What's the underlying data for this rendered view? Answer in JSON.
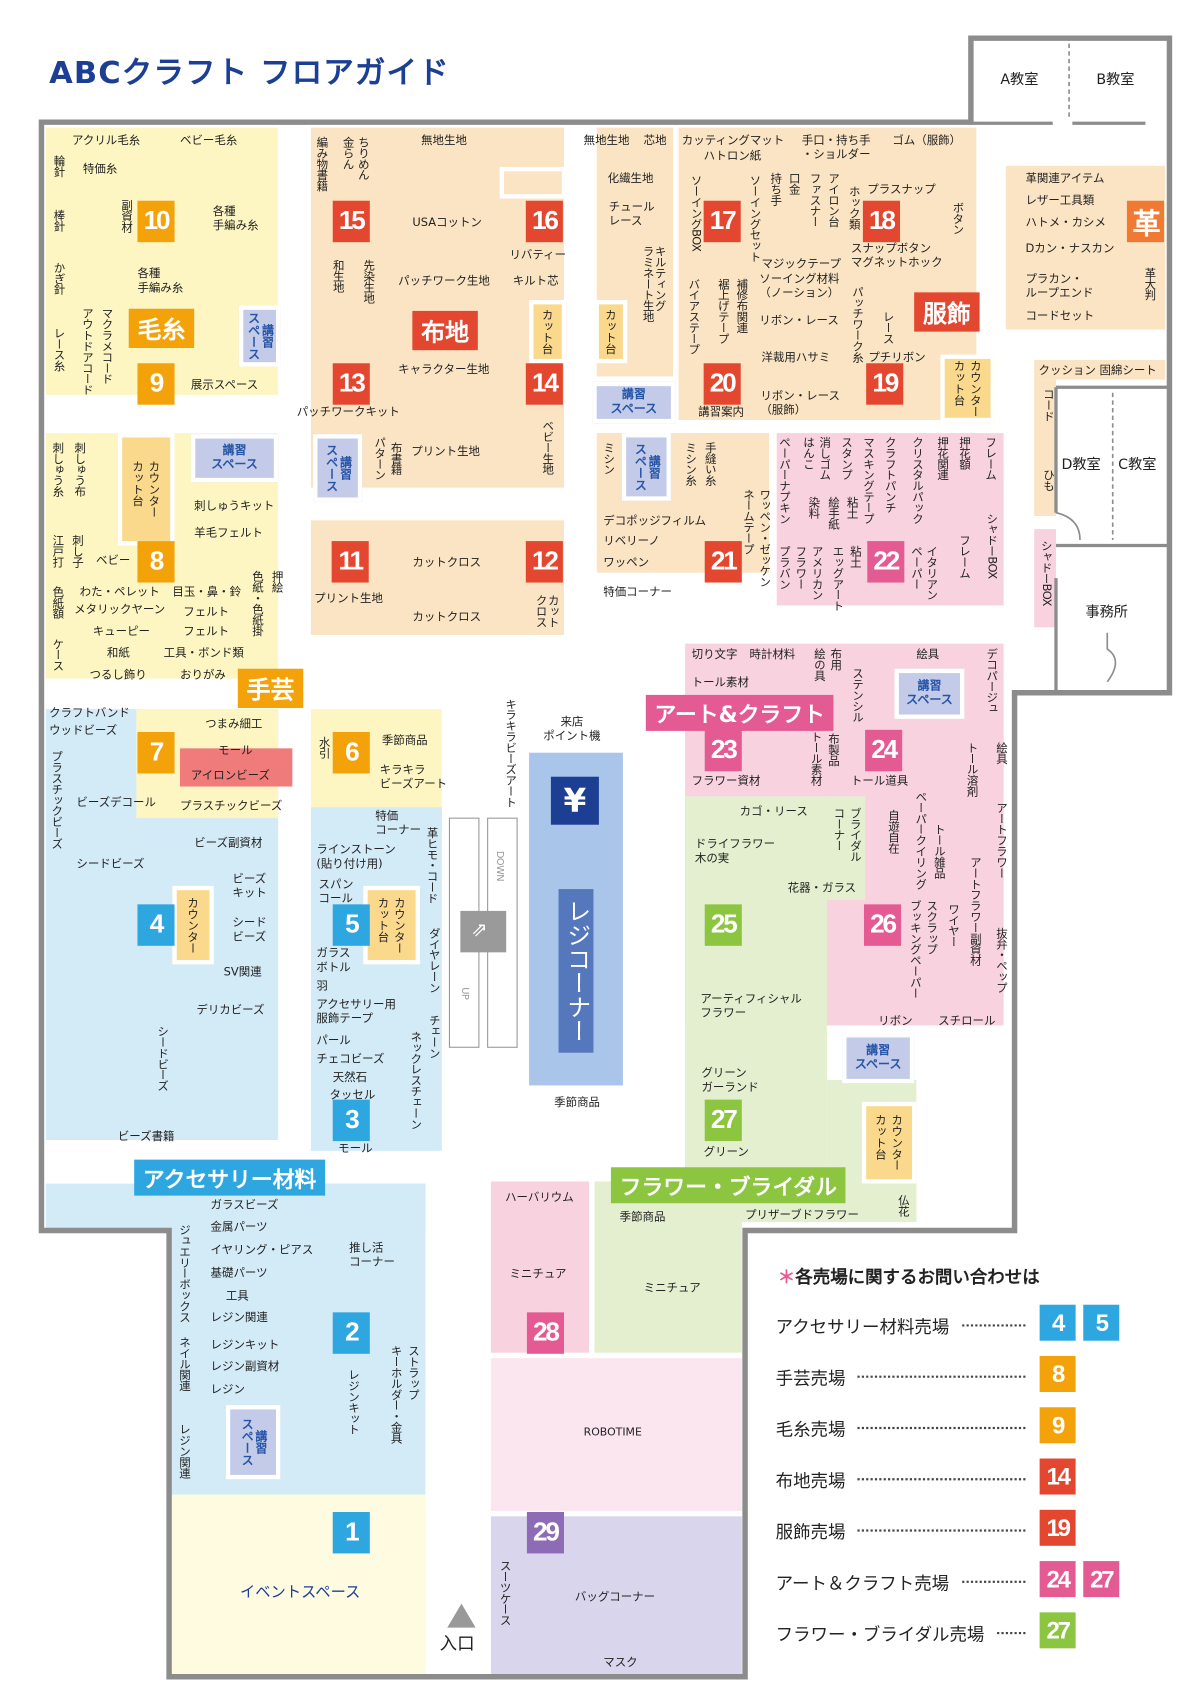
{
  "title": "ABCクラフト フロアガイド",
  "rooms": {
    "a": "A教室",
    "b": "B教室",
    "c": "C教室",
    "d": "D教室",
    "office": "事務所"
  },
  "categories": {
    "yarn": "毛糸",
    "fabric": "布地",
    "accessories_cloth": "服飾",
    "handicraft": "手芸",
    "art": "アート&クラフト",
    "accessory": "アクセサリー材料",
    "flower": "フラワー・ブライダル",
    "leather": "革"
  },
  "lesson_space": "講習\nスペース",
  "lesson_space_v": "講習スペース",
  "counter": "カウンター\nカット台",
  "cut_table": "カット台",
  "counter_only": "カウンター",
  "iron_beads": "アイロンビーズ",
  "register": {
    "name": "レジコーナー",
    "point_machine": "来店\nポイント機",
    "yen": "¥"
  },
  "escalator": {
    "down": "DOWN",
    "up": "UP"
  },
  "entrance": "入口",
  "badges": [
    "10",
    "15",
    "16",
    "17",
    "18",
    "9",
    "13",
    "14",
    "20",
    "19",
    "8",
    "11",
    "12",
    "21",
    "22",
    "7",
    "6",
    "23",
    "24",
    "4",
    "5",
    "25",
    "26",
    "3",
    "27",
    "2",
    "28",
    "1",
    "29"
  ],
  "labels": [
    "アクリル毛糸",
    "ベビー毛糸",
    "輪針",
    "特価糸",
    "棒針",
    "副資材",
    "各種\n手編み糸",
    "かぎ針",
    "各種\n手編み糸",
    "アウトドアコード",
    "マクラメコード",
    "レース糸",
    "展示スペース",
    "編み物書籍",
    "金らん",
    "ちりめん",
    "無地生地",
    "USAコットン",
    "リバティー",
    "和生地",
    "先染生地",
    "パッチワーク生地",
    "キルト芯",
    "キャラクター生地",
    "パッチワークキット",
    "パターン",
    "布書籍",
    "プリント生地",
    "ベビー生地",
    "カットクロス",
    "プリント生地",
    "カットクロス",
    "カット\nクロス",
    "無地生地",
    "芯地",
    "化繊生地",
    "チュール\nレース",
    "キルティング\nラミネート生地",
    "カッティングマット",
    "ハトロン紙",
    "手口・持ち手\n・ショルダー",
    "ゴム（服飾）",
    "ソーイングBOX",
    "ソーイングセット",
    "持ち手",
    "口金",
    "ファスナー",
    "アイロン台",
    "ホック類",
    "プラスナップ",
    "ボタン",
    "スナップボタン\nマグネットホック",
    "マジックテープ",
    "バイアステープ",
    "裾上げテープ",
    "補修布関連",
    "ソーイング材料\n（ノーション）",
    "パッチワーク糸",
    "レース",
    "リボン・レース",
    "洋裁用ハサミ",
    "プチリボン",
    "リボン・レース\n（服飾）",
    "講習案内",
    "革関連アイテム",
    "レザー工具類",
    "ハトメ・カシメ",
    "Dカン・ナスカン",
    "プラカン・\nループエンド",
    "コードセット",
    "革大判",
    "クッション 固綿シート",
    "コード",
    "ひも",
    "シャドーBOX",
    "ミシン",
    "ミシン糸",
    "手縫い糸",
    "デコポッジフィルム",
    "リベリーノ",
    "ワッペン",
    "特価コーナー",
    "ネームテープ",
    "ワッペン・ゼッケン",
    "ペーパーナプキン",
    "はんこ",
    "消しゴム",
    "スタンプ",
    "マスキングテープ",
    "クラフトパンチ",
    "クリスタルパック",
    "押花関連",
    "押花額",
    "フレーム",
    "染料",
    "絵手紙",
    "粘土",
    "プラバン",
    "フラワー",
    "アメリカン",
    "エッグアート",
    "粘土",
    "ペーパー",
    "イタリアン",
    "フレーム",
    "シャドーBOX",
    "切り文字",
    "時計材料",
    "絵の具",
    "布用",
    "絵具",
    "デコパージュ",
    "トール素材",
    "ステンシル",
    "トール素材",
    "布製品",
    "フラワー資材",
    "トール道具",
    "絵具",
    "トール溶剤",
    "アートフラワー",
    "トール雑品",
    "自遊自在",
    "ペーパークイリング",
    "アートフラワー副資材",
    "抜弁・ペップ",
    "ワイヤー",
    "スクラップ",
    "ブッキングペーパー",
    "リボン",
    "スチロール",
    "カゴ・リース",
    "ブライダル",
    "コーナー",
    "ドライフラワー\n木の実",
    "花器・ガラス",
    "アーティフィシャル\nフラワー",
    "グリーン\nガーランド",
    "グリーン",
    "季節商品",
    "プリザーブドフラワー",
    "仏花",
    "ハーバリウム",
    "ミニチュア",
    "ミニチュア",
    "ROBOTIME",
    "スーツケース",
    "バッグコーナー",
    "マスク",
    "イベントスペース",
    "キラキラビーズアート",
    "季節商品",
    "水引",
    "季節商品",
    "キラキラ\nビーズアート",
    "特価\nコーナー",
    "ラインストーン\n(貼り付け用)",
    "革ヒモ・コード",
    "スパン\nコール",
    "ガラス\nボトル",
    "羽",
    "アクセサリー用\n服飾テープ",
    "パール",
    "チェコビーズ",
    "天然石",
    "タッセル",
    "ダイヤレーン",
    "チェーン",
    "ネックレスチェーン",
    "モール",
    "クラフトバンド",
    "ウッドビーズ",
    "つまみ細工",
    "モール",
    "プラスチックビーズ",
    "プラスチックビーズ",
    "ビーズデコール",
    "ビーズ副資材",
    "シードビーズ",
    "ビーズ\nキット",
    "シード\nビーズ",
    "SV関連",
    "デリカビーズ",
    "シードビーズ",
    "ビーズ書籍",
    "刺しゅう糸",
    "刺しゅう布",
    "刺しゅうキット",
    "羊毛フェルト",
    "江戸打",
    "刺し子",
    "ベビー",
    "色紙額",
    "わた・ペレット",
    "目玉・鼻・鈴",
    "押絵",
    "色紙・色紙掛",
    "メタリックヤーン",
    "フェルト",
    "キューピー",
    "フェルト",
    "和紙",
    "工具・ボンド類",
    "ケース",
    "つるし飾り",
    "おりがみ",
    "ガラスビーズ",
    "金属パーツ",
    "イヤリング・ピアス",
    "基礎パーツ",
    "工具",
    "レジン関連",
    "レジンキット",
    "レジン副資材",
    "レジン",
    "推し活\nコーナー",
    "ジュエリーボックス",
    "ネイル関連",
    "レジン関連",
    "レジンキット",
    "ストラップ",
    "キーホルダー・金具"
  ],
  "legend": {
    "heading_mark": "＊",
    "heading": "各売場に関するお問い合わせは",
    "rows": [
      {
        "name": "アクセサリー材料売場",
        "badges": [
          "4",
          "5"
        ]
      },
      {
        "name": "手芸売場",
        "badges": [
          "8"
        ]
      },
      {
        "name": "毛糸売場",
        "badges": [
          "9"
        ]
      },
      {
        "name": "布地売場",
        "badges": [
          "14"
        ]
      },
      {
        "name": "服飾売場",
        "badges": [
          "19"
        ]
      },
      {
        "name": "アート＆クラフト売場",
        "badges": [
          "24",
          "27"
        ]
      },
      {
        "name": "フラワー・ブライダル売場",
        "badges": [
          "27"
        ]
      }
    ]
  },
  "colors": {
    "title": "#1c3f94",
    "red": "#e4472f",
    "orange": "#f4a20a",
    "blue": "#2ea7e0",
    "pink": "#e45b94",
    "green": "#8cc53f",
    "purple": "#8e6bb5",
    "wall": "#8c8c8c"
  }
}
